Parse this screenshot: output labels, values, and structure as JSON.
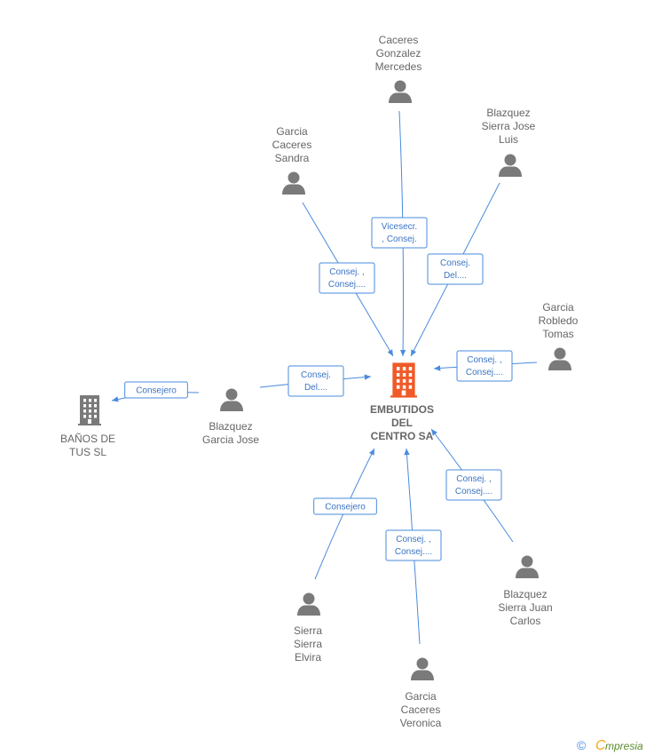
{
  "colors": {
    "edge": "#4a8bdc",
    "person": "#7a7a7a",
    "company": "#7a7a7a",
    "main_company": "#f05a28",
    "text": "#666666",
    "brand": "#5a8a2a"
  },
  "company": {
    "label": [
      "EMBUTIDOS",
      "DEL",
      "CENTRO SA"
    ],
    "icon": "building-icon"
  },
  "nodes": [
    {
      "id": "caceres-gonzalez",
      "type": "person",
      "label": [
        "Caceres",
        "Gonzalez",
        "Mercedes"
      ]
    },
    {
      "id": "blazquez-sierra-jose-luis",
      "type": "person",
      "label": [
        "Blazquez",
        "Sierra Jose",
        "Luis"
      ]
    },
    {
      "id": "garcia-caceres-sandra",
      "type": "person",
      "label": [
        "Garcia",
        "Caceres",
        "Sandra"
      ]
    },
    {
      "id": "garcia-robledo-tomas",
      "type": "person",
      "label": [
        "Garcia",
        "Robledo",
        "Tomas"
      ]
    },
    {
      "id": "blazquez-garcia-jose",
      "type": "person",
      "label": [
        "Blazquez",
        "Garcia Jose"
      ]
    },
    {
      "id": "banos-de-tus",
      "type": "company",
      "label": [
        "BAÑOS DE",
        "TUS SL"
      ]
    },
    {
      "id": "sierra-sierra-elvira",
      "type": "person",
      "label": [
        "Sierra",
        "Sierra",
        "Elvira"
      ]
    },
    {
      "id": "garcia-caceres-veronica",
      "type": "person",
      "label": [
        "Garcia",
        "Caceres",
        "Veronica"
      ]
    },
    {
      "id": "blazquez-sierra-juan-carlos",
      "type": "person",
      "label": [
        "Blazquez",
        "Sierra Juan",
        "Carlos"
      ]
    }
  ],
  "edges": [
    {
      "from": "caceres-gonzalez",
      "to": "main",
      "label": [
        "Vicesecr.",
        ", Consej."
      ]
    },
    {
      "from": "blazquez-sierra-jose-luis",
      "to": "main",
      "label": [
        "Consej.",
        "Del...."
      ]
    },
    {
      "from": "garcia-caceres-sandra",
      "to": "main",
      "label": [
        "Consej. ,",
        "Consej...."
      ]
    },
    {
      "from": "garcia-robledo-tomas",
      "to": "main",
      "label": [
        "Consej. ,",
        "Consej...."
      ]
    },
    {
      "from": "blazquez-garcia-jose",
      "to": "main",
      "label": [
        "Consej.",
        "Del...."
      ]
    },
    {
      "from": "blazquez-garcia-jose",
      "to": "banos-de-tus",
      "label": [
        "Consejero"
      ]
    },
    {
      "from": "sierra-sierra-elvira",
      "to": "main",
      "label": [
        "Consejero"
      ]
    },
    {
      "from": "garcia-caceres-veronica",
      "to": "main",
      "label": [
        "Consej. ,",
        "Consej...."
      ]
    },
    {
      "from": "blazquez-sierra-juan-carlos",
      "to": "main",
      "label": [
        "Consej. ,",
        "Consej...."
      ]
    }
  ],
  "footer": {
    "copyright_symbol": "©",
    "brand_initial": "C",
    "brand_rest": "mpresia"
  }
}
